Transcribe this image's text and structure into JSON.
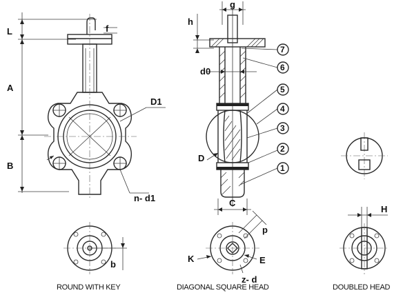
{
  "captions": {
    "round_with_key": "ROUND WITH KEY",
    "diagonal_square_head": "DIAGONAL SQUARE HEAD",
    "doubled_head": "DOUBLED HEAD"
  },
  "dimensions": {
    "L": "L",
    "A": "A",
    "B": "B",
    "D1": "D1",
    "n_d1": "n- d1",
    "b": "b",
    "g": "g",
    "h": "h",
    "f": "f",
    "d0": "d0",
    "D": "D",
    "C": "C",
    "p": "p",
    "K": "K",
    "E": "E",
    "z_d": "z- d",
    "H": "H"
  },
  "part_numbers": [
    "1",
    "2",
    "3",
    "4",
    "5",
    "6",
    "7"
  ]
}
